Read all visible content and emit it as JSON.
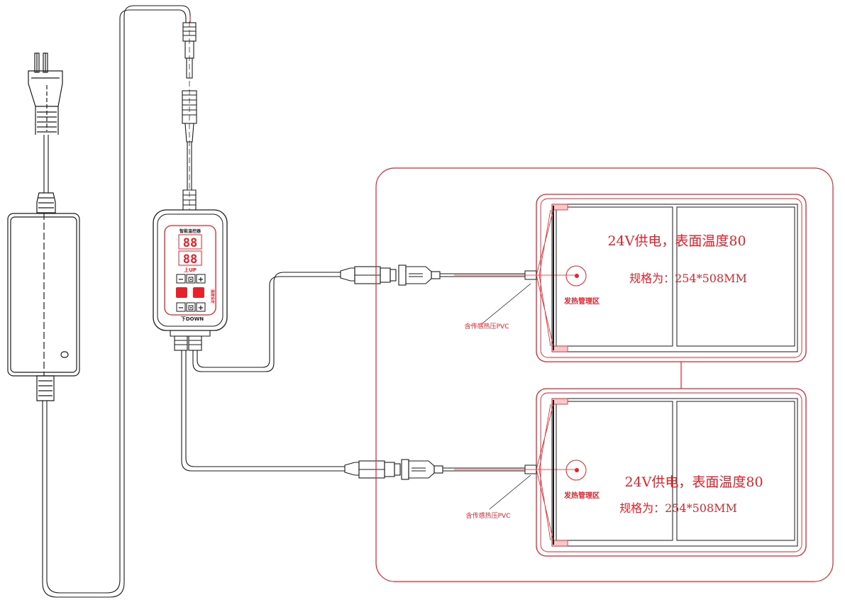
{
  "colors": {
    "line": "#1a1a1a",
    "accent": "#e8202a",
    "background": "#ffffff"
  },
  "controller": {
    "title": "智能温控器",
    "display_top": "88",
    "display_bottom": "88",
    "up_label": "上UP",
    "down_label": "下DOWN",
    "side_label": "温度设定",
    "buttons": [
      "−",
      "⊡",
      "+"
    ]
  },
  "pad_top": {
    "spec_line1": "24V供电，表面温度80",
    "spec_line2": "规格为：254*508MM",
    "zone_label": "发热管理区",
    "sensor_note": "含传感热压PVC"
  },
  "pad_bottom": {
    "spec_line1": "24V供电，表面温度80",
    "spec_line2": "规格为：254*508MM",
    "zone_label": "发热管理区",
    "sensor_note": "含传感热压PVC"
  },
  "icons": [
    "power-plug-icon",
    "power-adapter-icon",
    "temperature-controller-icon",
    "connector-icon",
    "heating-pad-icon",
    "temperature-sensor-icon"
  ]
}
